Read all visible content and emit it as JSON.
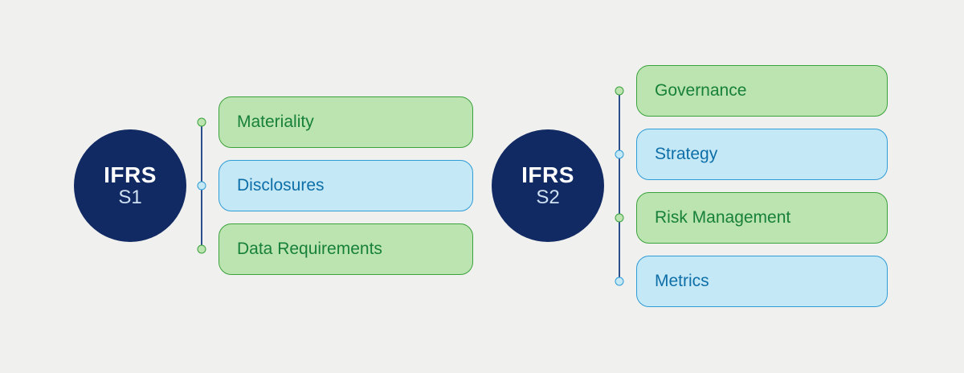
{
  "colors": {
    "background": "#f0f0ee",
    "circle_fill": "#112a63",
    "circle_title": "#ffffff",
    "circle_subtitle": "#cfe0f2",
    "connector_line": "#2b4e8d",
    "green_fill": "#bce4b0",
    "green_border": "#3aa23c",
    "green_text": "#17803a",
    "blue_fill": "#c5e8f6",
    "blue_border": "#2e9cd6",
    "blue_text": "#0e6fa8"
  },
  "groups": [
    {
      "id": "ifrs-s1",
      "circle": {
        "title": "IFRS",
        "subtitle": "S1"
      },
      "items": [
        {
          "label": "Materiality",
          "variant": "green"
        },
        {
          "label": "Disclosures",
          "variant": "blue"
        },
        {
          "label": "Data Requirements",
          "variant": "green"
        }
      ]
    },
    {
      "id": "ifrs-s2",
      "circle": {
        "title": "IFRS",
        "subtitle": "S2"
      },
      "items": [
        {
          "label": "Governance",
          "variant": "green"
        },
        {
          "label": "Strategy",
          "variant": "blue"
        },
        {
          "label": "Risk Management",
          "variant": "green"
        },
        {
          "label": "Metrics",
          "variant": "blue"
        }
      ]
    }
  ]
}
